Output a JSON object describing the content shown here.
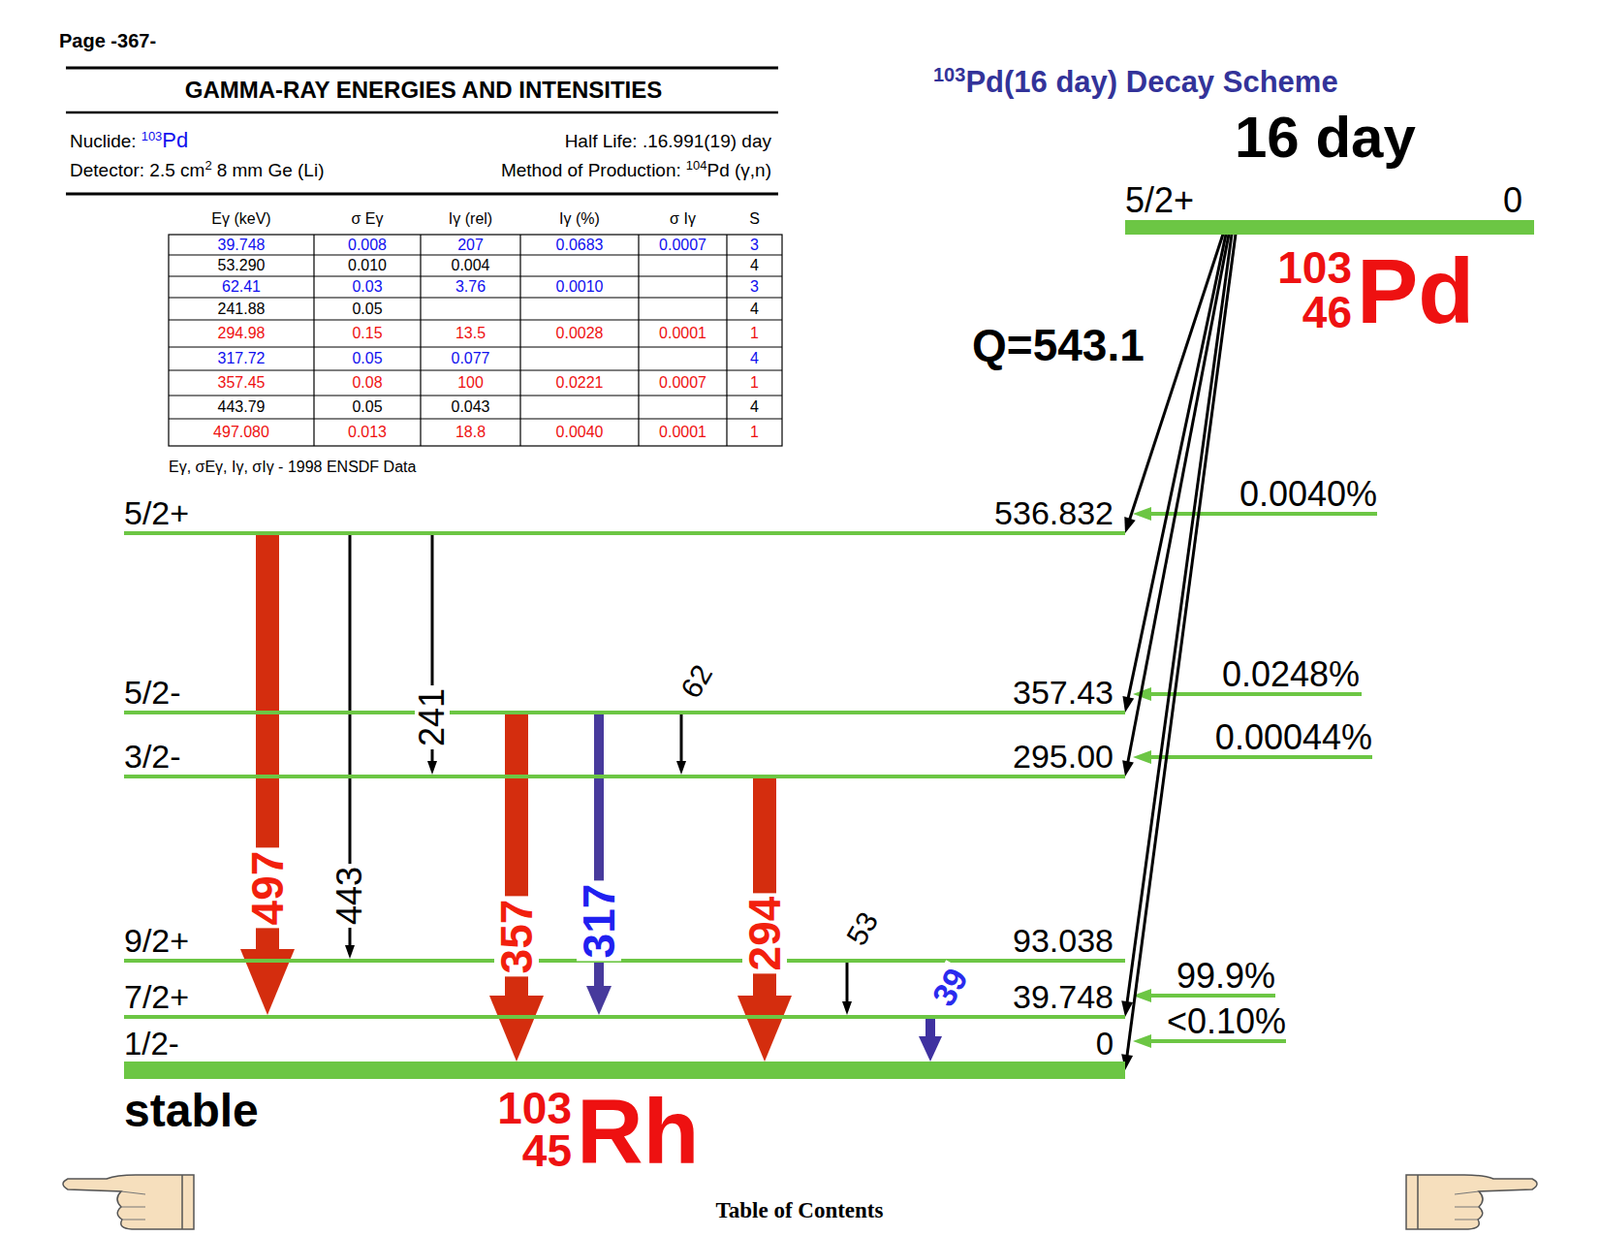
{
  "diagram": {
    "title": "Pd(16 day) Decay Scheme",
    "nodes": [
      {
        "text": [
          "5/2+",
          "0"
        ]
      },
      {
        "text": [
          "5/2+",
          "536.832"
        ]
      },
      {
        "text": [
          "5/2-",
          "357.43"
        ]
      },
      {
        "text": [
          "3/2-",
          "295.00"
        ]
      },
      {
        "text": [
          "9/2+",
          "93.038"
        ]
      },
      {
        "text": [
          "7/2+",
          "39.748"
        ]
      },
      {
        "text": [
          "1/2-",
          "0"
        ]
      }
    ],
    "edges": [
      {
        "from": 1,
        "to": 5,
        "arrow": "to",
        "label": "497"
      },
      {
        "from": 1,
        "to": 4,
        "arrow": "to",
        "label": "443"
      },
      {
        "from": 1,
        "to": 3,
        "arrow": "to",
        "label": "241"
      },
      {
        "from": 2,
        "to": 6,
        "arrow": "to",
        "label": "357"
      },
      {
        "from": 2,
        "to": 5,
        "arrow": "to",
        "label": "317"
      },
      {
        "from": 2,
        "to": 3,
        "arrow": "to",
        "label": "62"
      },
      {
        "from": 3,
        "to": 6,
        "arrow": "to",
        "label": "294"
      },
      {
        "from": 4,
        "to": 5,
        "arrow": "to",
        "label": "53"
      },
      {
        "from": 5,
        "to": 6,
        "arrow": "to",
        "label": "39"
      },
      {
        "from": 0,
        "to": 1,
        "arrow": "to"
      },
      {
        "from": 0,
        "to": 2,
        "arrow": "to"
      },
      {
        "from": 0,
        "to": 3,
        "arrow": "to"
      },
      {
        "from": 0,
        "to": 5,
        "arrow": "to"
      },
      {
        "from": 0,
        "to": 6,
        "arrow": "to"
      }
    ],
    "labels": [
      "Page -367-",
      "GAMMA-RAY ENERGIES AND INTENSITIES",
      "Nuclide:",
      "103",
      "Pd",
      "Half Life: .16.991(19) day",
      "Detector: 2.5 cm",
      "2",
      "8 mm Ge (Li)",
      "Method of Production:",
      "104",
      "Pd (γ,n)",
      "Eγ (keV)",
      "σ Eγ",
      "Iγ (rel)",
      "Iγ (%)",
      "σ Iγ",
      "S",
      "39.748",
      "0.008",
      "207",
      "0.0683",
      "0.0007",
      "3",
      "53.290",
      "0.010",
      "0.004",
      "4",
      "62.41",
      "0.03",
      "3.76",
      "0.0010",
      "3",
      "241.88",
      "0.05",
      "4",
      "294.98",
      "0.15",
      "13.5",
      "0.0028",
      "0.0001",
      "1",
      "317.72",
      "0.05",
      "0.077",
      "4",
      "357.45",
      "0.08",
      "100",
      "0.0221",
      "0.0007",
      "1",
      "443.79",
      "0.05",
      "0.043",
      "4",
      "497.080",
      "0.013",
      "18.8",
      "0.0040",
      "0.0001",
      "1",
      "Eγ, σEγ, Iγ, σIγ - 1998 ENSDF Data",
      "103",
      "16 day",
      "Q=543.1",
      "103",
      "46",
      "Pd",
      "0.0040%",
      "0.0248%",
      "0.00044%",
      "99.9%",
      "<0.10%",
      "stable",
      "103",
      "45",
      "Rh",
      "Table of Contents"
    ]
  }
}
